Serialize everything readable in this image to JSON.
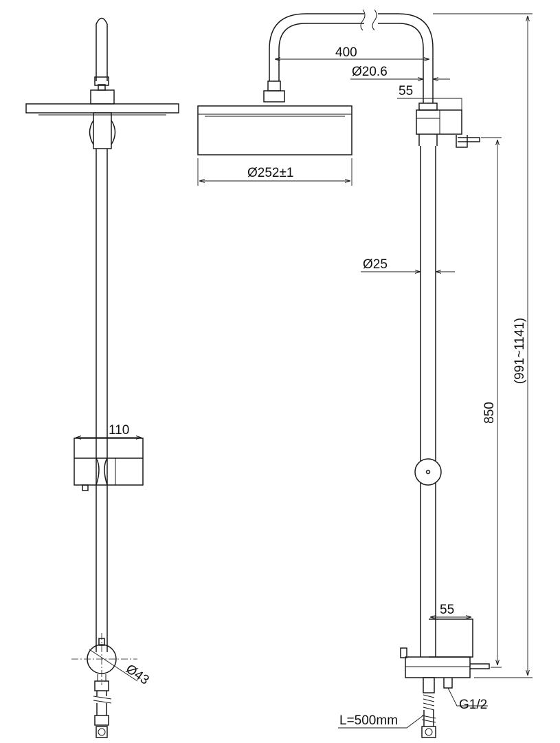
{
  "dimensions": {
    "arm_length": "400",
    "arm_diameter": "Ø20.6",
    "bracket_top": "55",
    "head_diameter": "Ø252±1",
    "pipe_diameter": "Ø25",
    "head_offset": "110",
    "bracket_bottom": "55",
    "bracket_spacing": "850",
    "total_height": "(991~1141)",
    "mixer_diameter": "Ø43",
    "inlet_thread": "G1/2",
    "hose_length": "L=500mm"
  }
}
